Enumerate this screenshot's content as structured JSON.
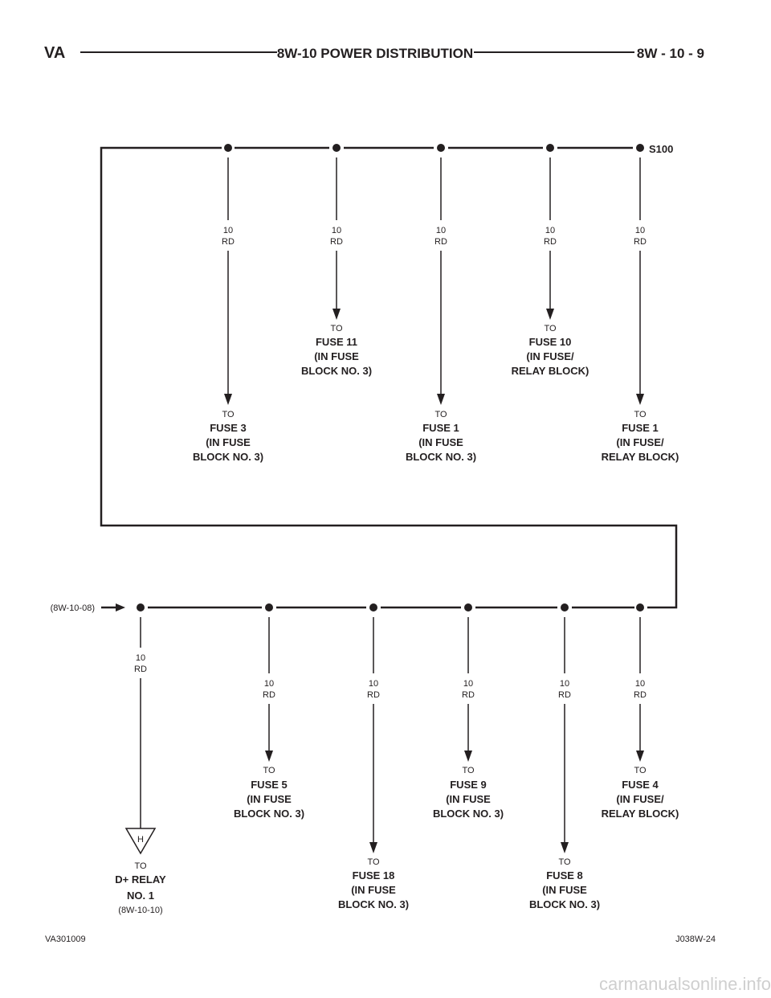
{
  "header": {
    "left": "VA",
    "title": "8W-10 POWER DISTRIBUTION",
    "page": "8W - 10 - 9"
  },
  "splice_label": "S100",
  "input_reference": "(8W-10-08)",
  "wire": {
    "gauge": "10",
    "color": "RD"
  },
  "top_circuits": [
    {
      "to": "TO",
      "lines": [
        "FUSE 3",
        "(IN FUSE",
        "BLOCK NO. 3)"
      ]
    },
    {
      "to": "TO",
      "lines": [
        "FUSE 11",
        "(IN FUSE",
        "BLOCK NO. 3)"
      ]
    },
    {
      "to": "TO",
      "lines": [
        "FUSE 1",
        "(IN FUSE",
        "BLOCK NO. 3)"
      ]
    },
    {
      "to": "TO",
      "lines": [
        "FUSE 10",
        "(IN FUSE/",
        "RELAY BLOCK)"
      ]
    },
    {
      "to": "TO",
      "lines": [
        "FUSE 1",
        "(IN FUSE/",
        "RELAY BLOCK)"
      ]
    }
  ],
  "bottom_circuits": [
    {
      "to": "TO",
      "lines": [
        "D+ RELAY",
        "NO. 1"
      ],
      "reference": "(8W-10-10)",
      "connector": "H"
    },
    {
      "to": "TO",
      "lines": [
        "FUSE 5",
        "(IN FUSE",
        "BLOCK NO. 3)"
      ]
    },
    {
      "to": "TO",
      "lines": [
        "FUSE 18",
        "(IN FUSE",
        "BLOCK NO. 3)"
      ]
    },
    {
      "to": "TO",
      "lines": [
        "FUSE 9",
        "(IN FUSE",
        "BLOCK NO. 3)"
      ]
    },
    {
      "to": "TO",
      "lines": [
        "FUSE 8",
        "(IN FUSE",
        "BLOCK NO. 3)"
      ]
    },
    {
      "to": "TO",
      "lines": [
        "FUSE 4",
        "(IN FUSE/",
        "RELAY BLOCK)"
      ]
    }
  ],
  "footer": {
    "left": "VA301009",
    "right": "J038W-24"
  },
  "watermark": "carmanualsonline.info"
}
